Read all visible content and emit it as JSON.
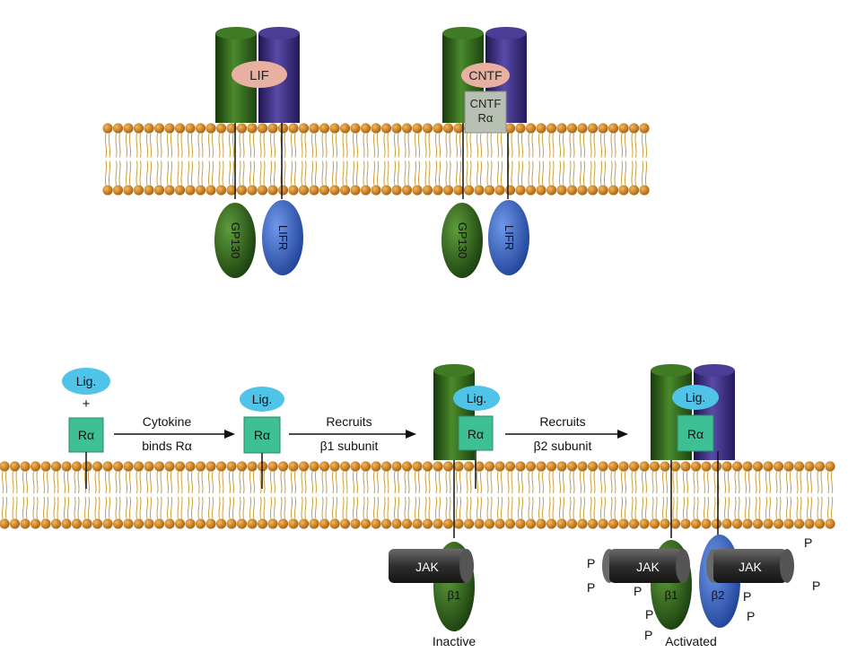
{
  "top_panel": {
    "left_complex": {
      "ligand": "LIF",
      "receptor_a": "GP130",
      "receptor_b": "LIFR"
    },
    "right_complex": {
      "ligand": "CNTF",
      "alpha_receptor_line1": "CNTF",
      "alpha_receptor_line2": "Rα",
      "receptor_a": "GP130",
      "receptor_b": "LIFR"
    }
  },
  "bottom_panel": {
    "step1": {
      "ligand": "Lig.",
      "plus": "+",
      "receptor": "Rα"
    },
    "arrow1": {
      "line1": "Cytokine",
      "line2": "binds Rα"
    },
    "step2": {
      "ligand": "Lig.",
      "receptor": "Rα"
    },
    "arrow2": {
      "line1": "Recruits",
      "line2": "β1 subunit"
    },
    "step3": {
      "ligand": "Lig.",
      "receptor": "Rα",
      "kinase": "JAK",
      "subunit": "β1",
      "state": "Inactive"
    },
    "arrow3": {
      "line1": "Recruits",
      "line2": "β2 subunit"
    },
    "step4": {
      "ligand": "Lig.",
      "receptor": "Rα",
      "kinase_left": "JAK",
      "kinase_right": "JAK",
      "subunit_left": "β1",
      "subunit_right": "β2",
      "phosphate": "P",
      "state": "Activated"
    }
  },
  "colors": {
    "green": "#2f6a1f",
    "dark_green": "#1c4410",
    "purple": "#3b2d82",
    "dark_purple": "#231a5a",
    "blue": "#2f62c8",
    "teal": "#3fbf94",
    "ligand_pink": "#e8b0a0",
    "ligand_cyan": "#4fc3e8",
    "lipid_head": "#d88a1e",
    "lipid_tail": "#caa040",
    "jak": "#3a3a3a"
  }
}
